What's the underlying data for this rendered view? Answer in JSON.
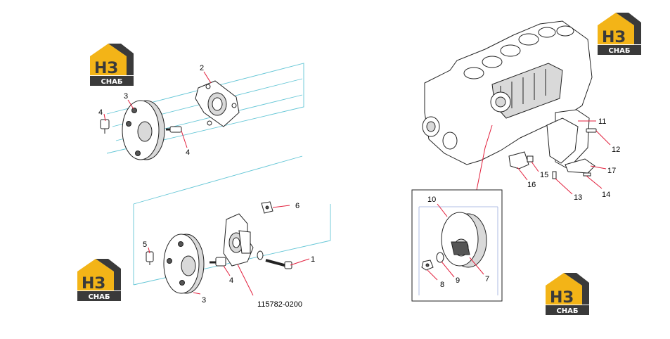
{
  "part_number": "115782-0200",
  "callouts": {
    "c1": "1",
    "c2": "2",
    "c3a": "3",
    "c3b": "3",
    "c4a": "4",
    "c4b": "4",
    "c4c": "4",
    "c5": "5",
    "c6": "6",
    "c7": "7",
    "c8": "8",
    "c9": "9",
    "c10": "10",
    "c11": "11",
    "c12": "12",
    "c13": "13",
    "c14": "14",
    "c15": "15",
    "c16": "16",
    "c17": "17"
  },
  "logo": {
    "letters": "НЗ",
    "caption": "СНАБ"
  },
  "colors": {
    "leader": "#e21f3c",
    "guide": "#64c6d6",
    "logo_gold": "#f3b417",
    "logo_dark": "#3a3a3a"
  }
}
